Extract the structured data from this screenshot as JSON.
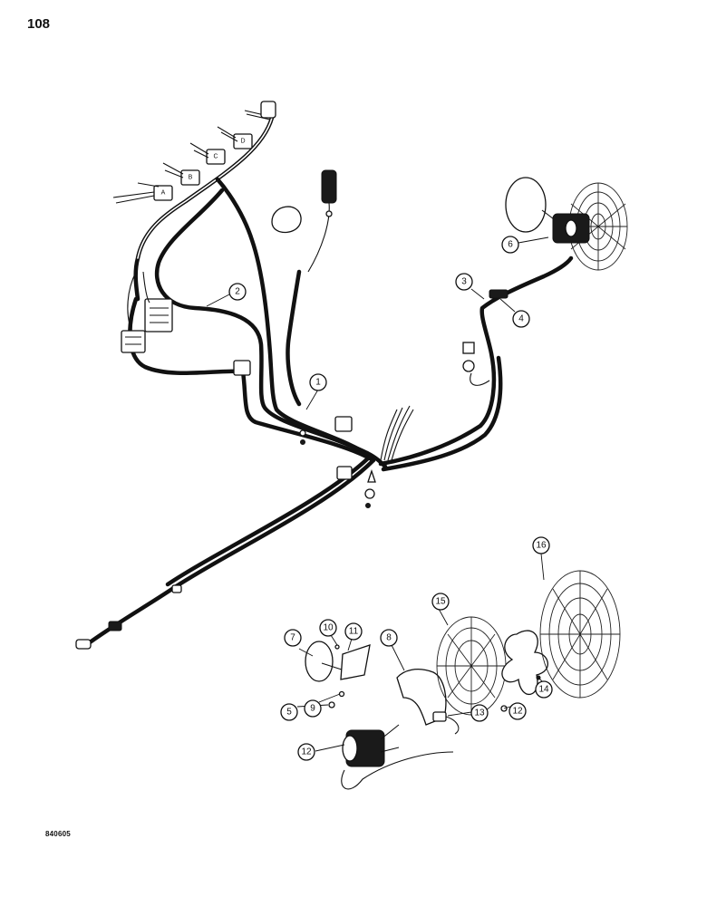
{
  "page": {
    "number": "108",
    "drawing_code": "840605"
  },
  "callouts": [
    {
      "label": "1"
    },
    {
      "label": "2"
    },
    {
      "label": "3"
    },
    {
      "label": "4"
    },
    {
      "label": "6"
    },
    {
      "label": "7"
    },
    {
      "label": "10"
    },
    {
      "label": "11"
    },
    {
      "label": "8"
    },
    {
      "label": "15"
    },
    {
      "label": "16"
    },
    {
      "label": "5"
    },
    {
      "label": "9"
    },
    {
      "label": "13"
    },
    {
      "label": "12"
    },
    {
      "label": "14"
    },
    {
      "label": "12"
    }
  ],
  "connector_letters": [
    "A",
    "B",
    "C",
    "D"
  ]
}
